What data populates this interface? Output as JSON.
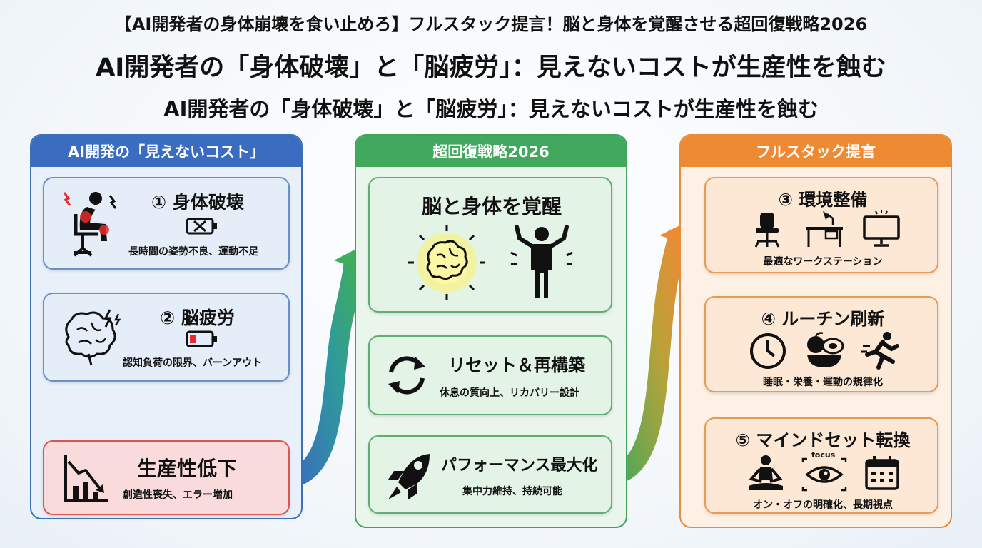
{
  "headline": "【AI開発者の身体崩壊を食い止めろ】フルスタック提言！脳と身体を覚醒させる超回復戦略2026",
  "title_main": "AI開発者の「身体破壊」と「脳疲労」：見えないコストが生産性を蝕む",
  "title_sub": "AI開発者の「身体破壊」と「脳疲労」：見えないコストが生産性を蝕む",
  "left_panel": {
    "header": "AI開発の「見えないコスト」",
    "card1": {
      "title": "① 身体破壊",
      "desc": "長時間の姿勢不良、運動不足",
      "icons": [
        "sitting-pain-icon",
        "battery-empty-icon"
      ]
    },
    "card2": {
      "title": "② 脳疲労",
      "desc": "認知負荷の限界、バーンアウト",
      "icons": [
        "brain-lightning-icon",
        "battery-low-icon"
      ]
    },
    "card3": {
      "title": "生産性低下",
      "desc": "創造性喪失、エラー増加",
      "icons": [
        "declining-chart-icon"
      ]
    }
  },
  "middle_panel": {
    "header": "超回復戦略2026",
    "card1": {
      "title": "脳と身体を覚醒",
      "icons": [
        "glowing-brain-icon",
        "energized-person-icon"
      ]
    },
    "card2": {
      "title": "リセット＆再構築",
      "desc": "休息の質向上、リカバリー設計",
      "icons": [
        "refresh-icon"
      ]
    },
    "card3": {
      "title": "パフォーマンス最大化",
      "desc": "集中力維持、持続可能",
      "icons": [
        "rocket-icon"
      ]
    }
  },
  "right_panel": {
    "header": "フルスタック提言",
    "card1": {
      "title": "③ 環境整備",
      "desc": "最適なワークステーション",
      "icons": [
        "office-chair-icon",
        "desk-lamp-icon",
        "monitor-icon"
      ]
    },
    "card2": {
      "title": "④ ルーチン刷新",
      "desc": "睡眠・栄養・運動の規律化",
      "icons": [
        "clock-icon",
        "food-icon",
        "running-icon"
      ]
    },
    "card3": {
      "title": "⑤ マインドセット転換",
      "desc": "オン・オフの明確化、長期視点",
      "focus_label": "focus",
      "icons": [
        "meditation-icon",
        "eye-focus-icon",
        "calendar-icon"
      ]
    }
  },
  "colors": {
    "blue": "#3a6cc0",
    "green": "#41a85d",
    "orange": "#ef8a34",
    "red": "#d9574f"
  }
}
